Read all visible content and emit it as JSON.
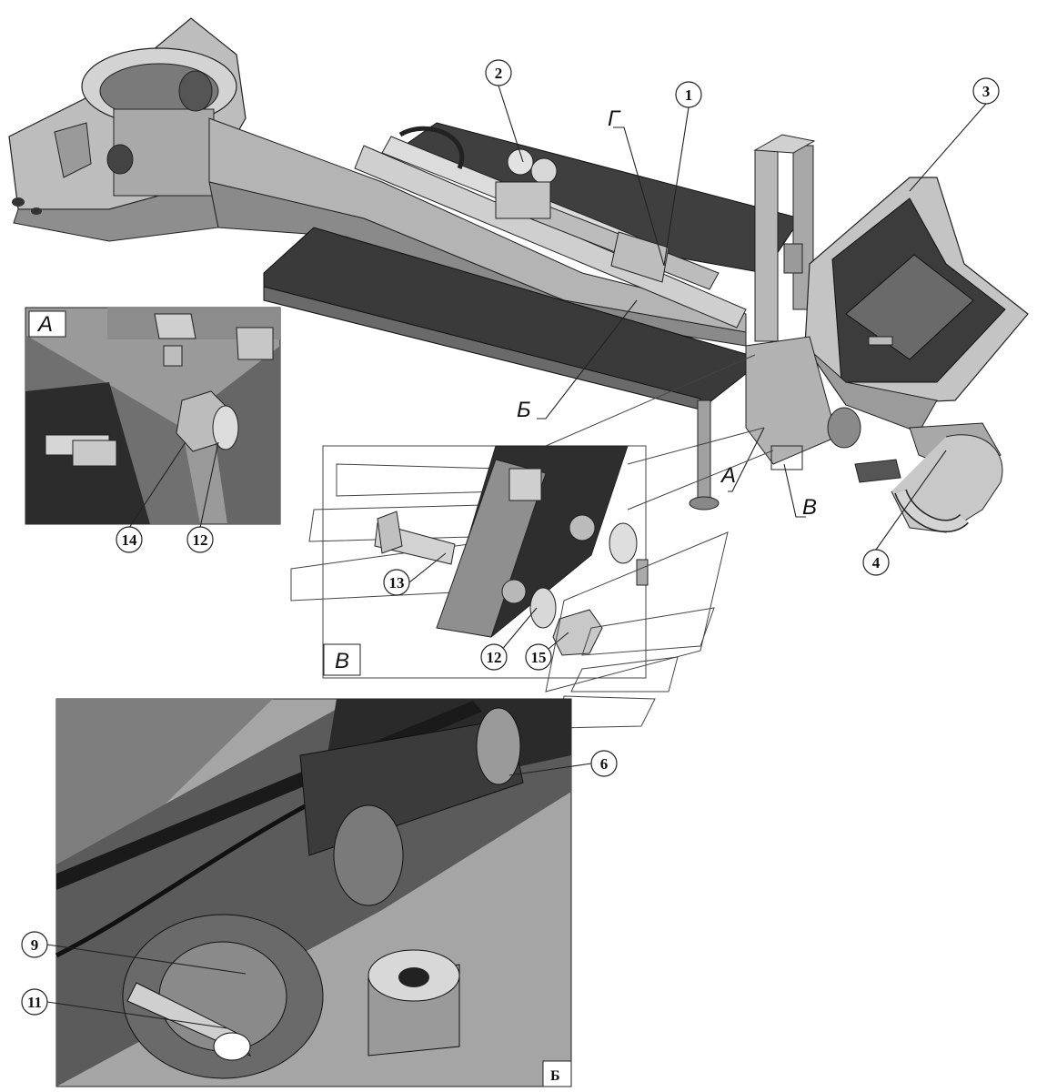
{
  "callouts": {
    "c1": "1",
    "c2": "2",
    "c3": "3",
    "c4": "4",
    "c6": "6",
    "c9": "9",
    "c11": "11",
    "c12a": "12",
    "c12b": "12",
    "c13": "13",
    "c14": "14",
    "c15": "15"
  },
  "letters": {
    "G": "Г",
    "B_main": "Б",
    "A_main": "А",
    "V_main": "В",
    "A_inset": "А",
    "V_inset": "В",
    "B_inset": "Б"
  },
  "colors": {
    "frame_light": "#c9c9c9",
    "frame_mid": "#a6a6a6",
    "frame_dark": "#6e6e6e",
    "deck_dark": "#3f3f3f",
    "inset_bg": "#9a9a9a",
    "black": "#111111",
    "line": "#222222"
  }
}
